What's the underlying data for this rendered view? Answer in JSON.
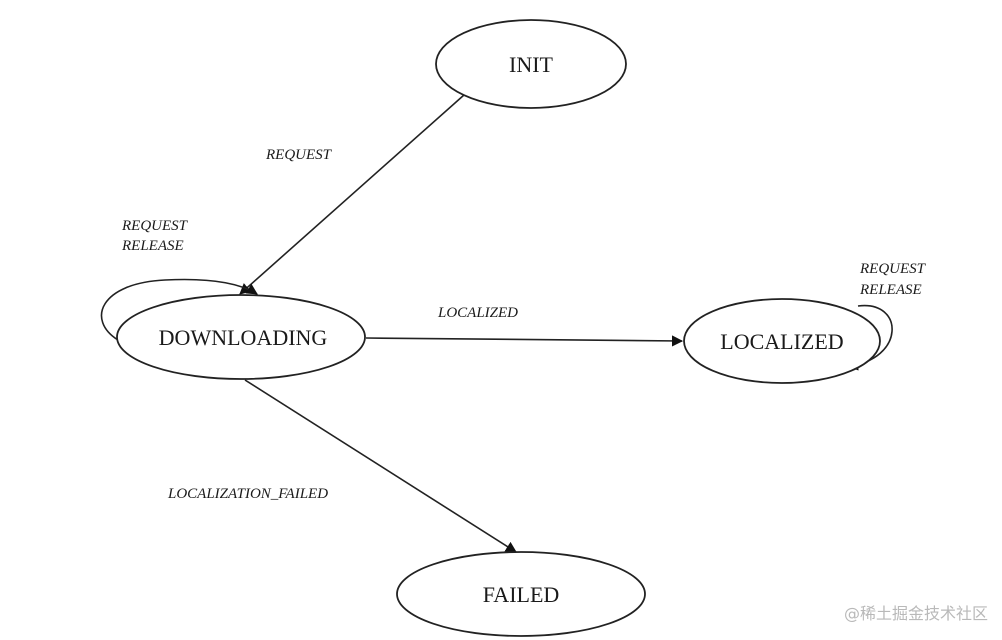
{
  "states": {
    "init": "INIT",
    "downloading": "DOWNLOADING",
    "localized": "LOCALIZED",
    "failed": "FAILED"
  },
  "transitions": {
    "init_to_downloading": "REQUEST",
    "downloading_self_line1": "REQUEST",
    "downloading_self_line2": "RELEASE",
    "downloading_to_localized": "LOCALIZED",
    "localized_self_line1": "REQUEST",
    "localized_self_line2": "RELEASE",
    "downloading_to_failed": "LOCALIZATION_FAILED"
  },
  "watermark": "@稀土掘金技术社区"
}
